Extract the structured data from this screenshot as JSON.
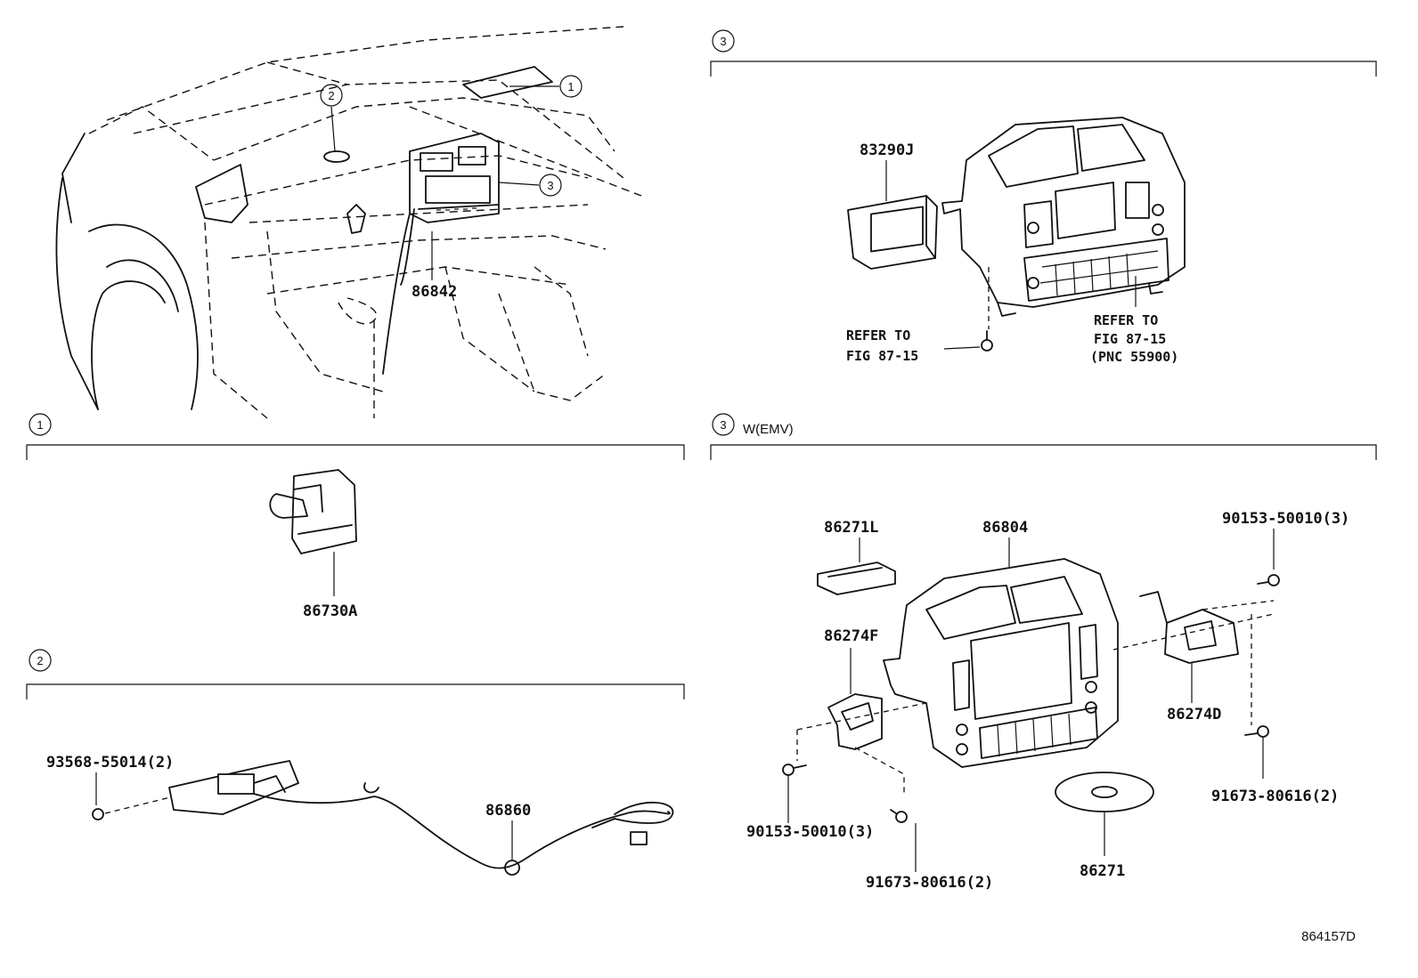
{
  "diagram": {
    "overview_callouts": [
      "1",
      "2",
      "3"
    ],
    "overview_part": "86842",
    "sections": {
      "s3_top": {
        "marker": "3",
        "title": ""
      },
      "s1": {
        "marker": "1",
        "title": ""
      },
      "s2": {
        "marker": "2",
        "title": ""
      },
      "s3_emv": {
        "marker": "3",
        "title": "W(EMV)"
      }
    },
    "parts": {
      "p83290J": "83290J",
      "p86730A": "86730A",
      "p93568": "93568-55014(2)",
      "p86860": "86860",
      "p86271L": "86271L",
      "p86804": "86804",
      "p90153_right": "90153-50010(3)",
      "p86274F": "86274F",
      "p86274D": "86274D",
      "p90153_left": "90153-50010(3)",
      "p91673_right": "91673-80616(2)",
      "p91673_left": "91673-80616(2)",
      "p86271": "86271"
    },
    "notes": {
      "refer_left_1": "REFER TO",
      "refer_left_2": "FIG 87-15",
      "refer_right_1": "REFER TO",
      "refer_right_2": "FIG 87-15",
      "refer_right_3": "(PNC 55900)"
    },
    "figure_ref": "864157D"
  }
}
